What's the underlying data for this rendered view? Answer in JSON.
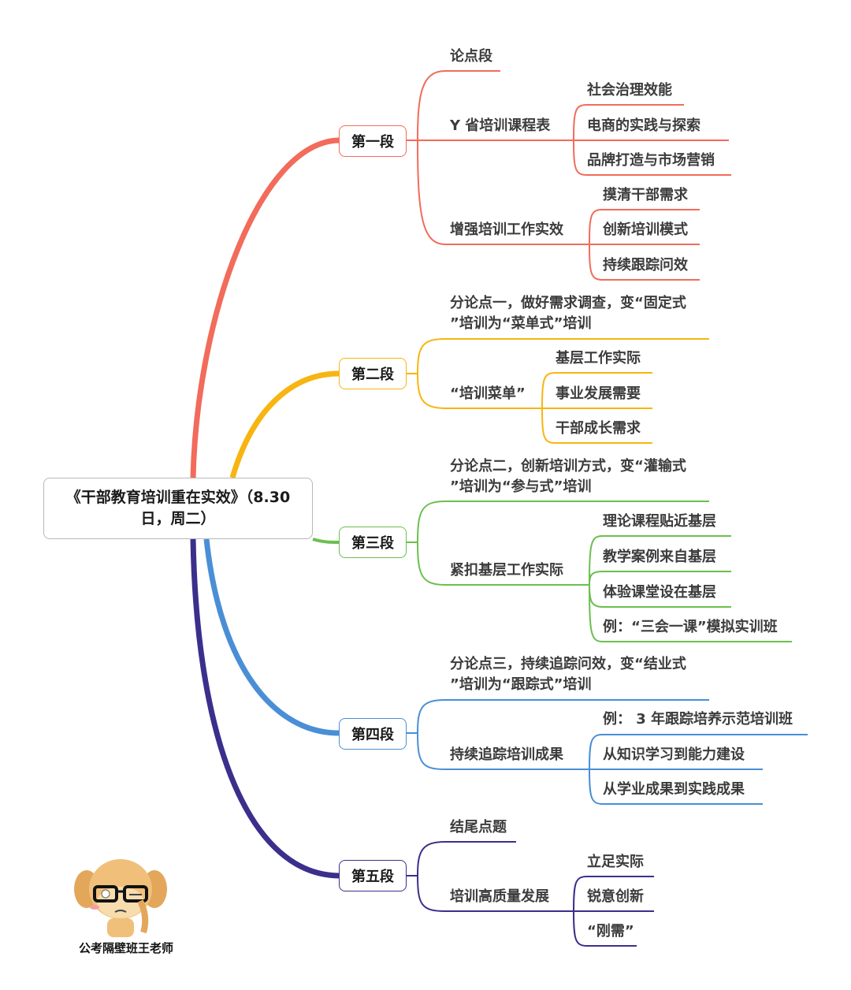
{
  "root": {
    "title_line1": "《干部教育培训重在实效》（8.30",
    "title_line2": "日，周二）"
  },
  "colors": {
    "sec1": "#f26b5b",
    "sec2": "#f7b512",
    "sec3": "#6bbf4e",
    "sec4": "#4a8fd6",
    "sec5": "#3b2f8c"
  },
  "sections": [
    {
      "label": "第一段",
      "children": [
        {
          "label": "论点段"
        },
        {
          "label": "Y 省培训课程表",
          "children": [
            "社会治理效能",
            "电商的实践与探索",
            "品牌打造与市场营销"
          ]
        },
        {
          "label": "增强培训工作实效",
          "children": [
            "摸清干部需求",
            "创新培训模式",
            "持续跟踪问效"
          ]
        }
      ]
    },
    {
      "label": "第二段",
      "children": [
        {
          "label_line1": "分论点一，做好需求调查，变“固定式",
          "label_line2": "”培训为“菜单式”培训"
        },
        {
          "label": "“培训菜单”",
          "children": [
            "基层工作实际",
            "事业发展需要",
            "干部成长需求"
          ]
        }
      ]
    },
    {
      "label": "第三段",
      "children": [
        {
          "label_line1": "分论点二，创新培训方式，变“灌输式",
          "label_line2": "”培训为“参与式”培训"
        },
        {
          "label": "紧扣基层工作实际",
          "children": [
            "理论课程贴近基层",
            "教学案例来自基层",
            "体验课堂设在基层",
            "例：“三会一课”模拟实训班"
          ]
        }
      ]
    },
    {
      "label": "第四段",
      "children": [
        {
          "label_line1": "分论点三，持续追踪问效，变“结业式",
          "label_line2": "”培训为“跟踪式”培训"
        },
        {
          "label": "持续追踪培训成果",
          "children": [
            "例： 3 年跟踪培养示范培训班",
            "从知识学习到能力建设",
            "从学业成果到实践成果"
          ]
        }
      ]
    },
    {
      "label": "第五段",
      "children": [
        {
          "label": "结尾点题"
        },
        {
          "label": "培训高质量发展",
          "children": [
            "立足实际",
            "锐意创新",
            "“刚需”"
          ]
        }
      ]
    }
  ],
  "watermark": {
    "caption": "公考隔壁班王老师"
  }
}
